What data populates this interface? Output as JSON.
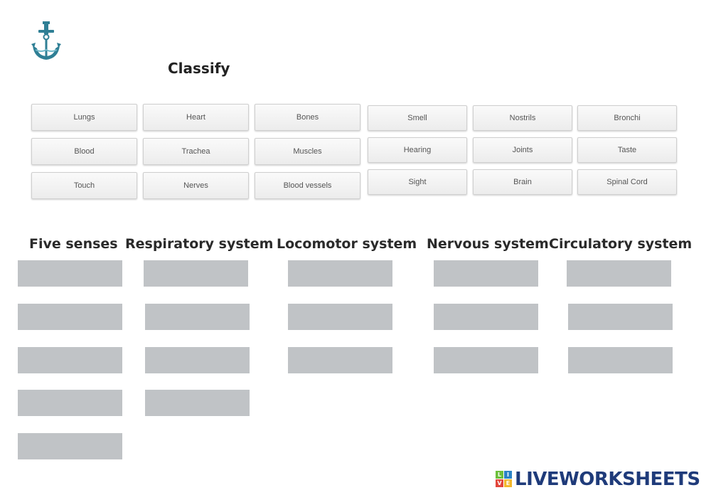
{
  "header": {
    "title": "Classify"
  },
  "word_bank": {
    "left_group": [
      [
        "Lungs",
        "Heart",
        "Bones"
      ],
      [
        "Blood",
        "Trachea",
        "Muscles"
      ],
      [
        "Touch",
        "Nerves",
        "Blood vessels"
      ]
    ],
    "right_group": [
      [
        "Smell",
        "Nostrils",
        "Bronchi"
      ],
      [
        "Hearing",
        "Joints",
        "Taste"
      ],
      [
        "Sight",
        "Brain",
        "Spinal Cord"
      ]
    ]
  },
  "categories": [
    {
      "label": "Five senses",
      "slots": 5
    },
    {
      "label": "Respiratory system",
      "slots": 4
    },
    {
      "label": "Locomotor system",
      "slots": 3
    },
    {
      "label": "Nervous system",
      "slots": 3
    },
    {
      "label": "Circulatory system",
      "slots": 3
    }
  ],
  "brand": {
    "text": "LIVEWORKSHEETS",
    "mark_letters": [
      "L",
      "I",
      "V",
      "E"
    ]
  },
  "colors": {
    "drop_box": "#c0c3c6",
    "brand_text": "#1f3b7a",
    "logo": "#2f7f95",
    "mark_green": "#6cbf3b",
    "mark_blue": "#2b83c6",
    "mark_red": "#e2463c",
    "mark_yellow": "#f3b72b"
  }
}
